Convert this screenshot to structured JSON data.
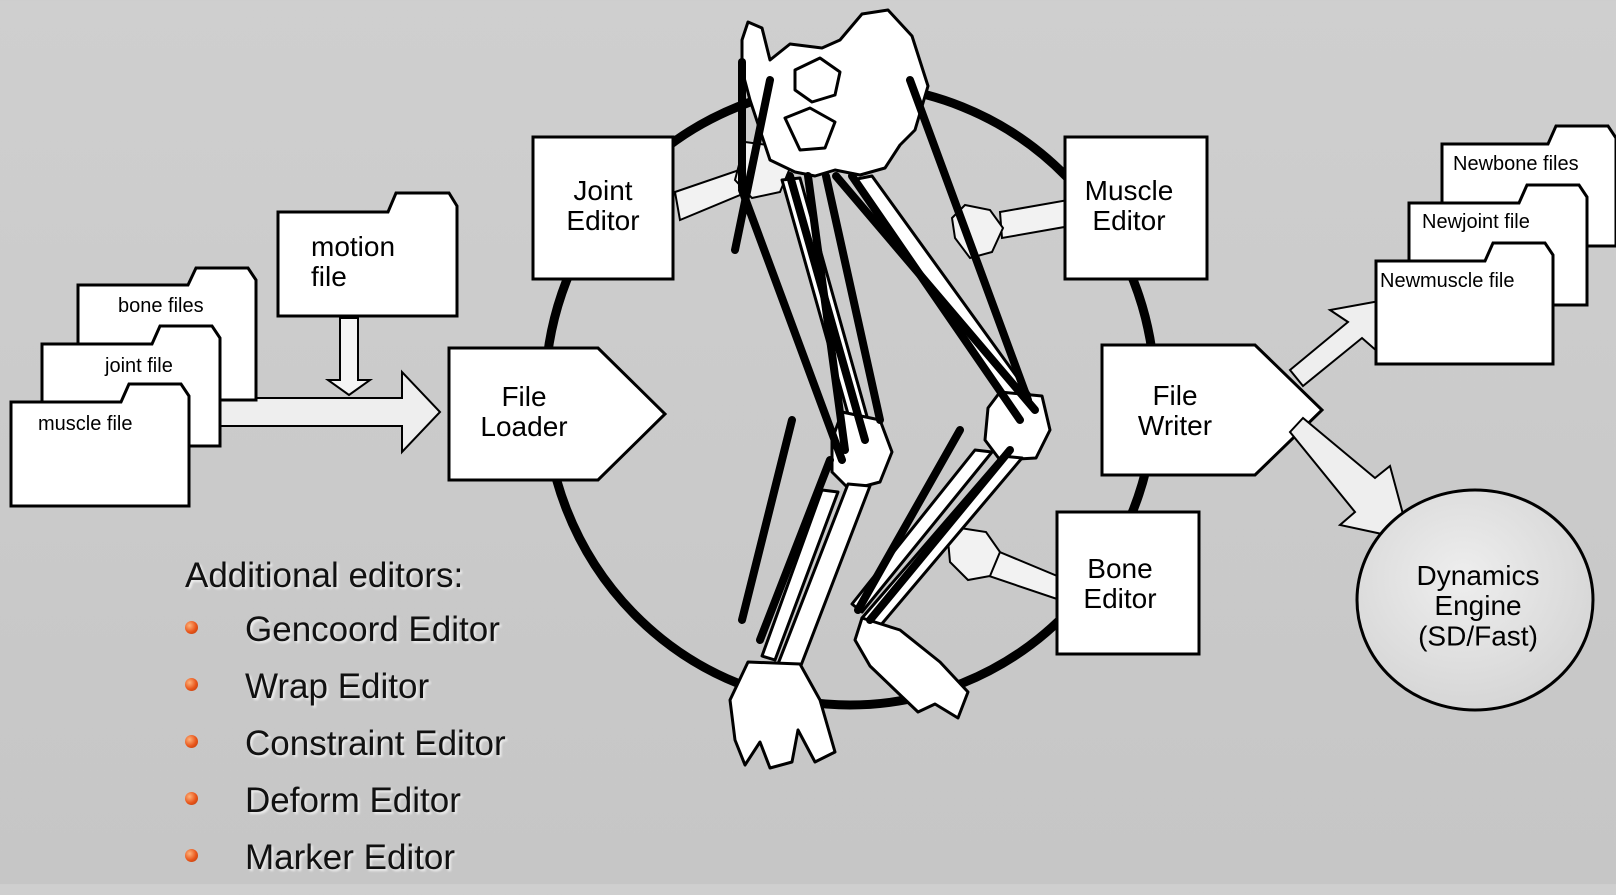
{
  "input_files": {
    "bone": "bone files",
    "joint": "joint file",
    "muscle": "muscle file",
    "motion": "motion\nfile"
  },
  "editors_ring": {
    "joint_editor": "Joint\nEditor",
    "muscle_editor": "Muscle\nEditor",
    "bone_editor": "Bone\nEditor",
    "file_loader": "File\nLoader",
    "file_writer": "File\nWriter"
  },
  "output_files": {
    "newbone": "Newbone files",
    "newjoint": "Newjoint file",
    "newmuscle": "Newmuscle file"
  },
  "dynamics_engine": "Dynamics\nEngine\n(SD/Fast)",
  "additional": {
    "heading": "Additional editors:",
    "items": [
      "Gencoord Editor",
      "Wrap Editor",
      "Constraint Editor",
      "Deform Editor",
      "Marker Editor"
    ]
  },
  "colors": {
    "background": "#cbcbcb",
    "box_fill": "#ffffff",
    "arrow_fill": "#eeeeee",
    "bullet": "#e8551a"
  },
  "icons": {
    "skeleton": "human-leg-skeleton-with-muscles",
    "folders": "folder-icon"
  }
}
